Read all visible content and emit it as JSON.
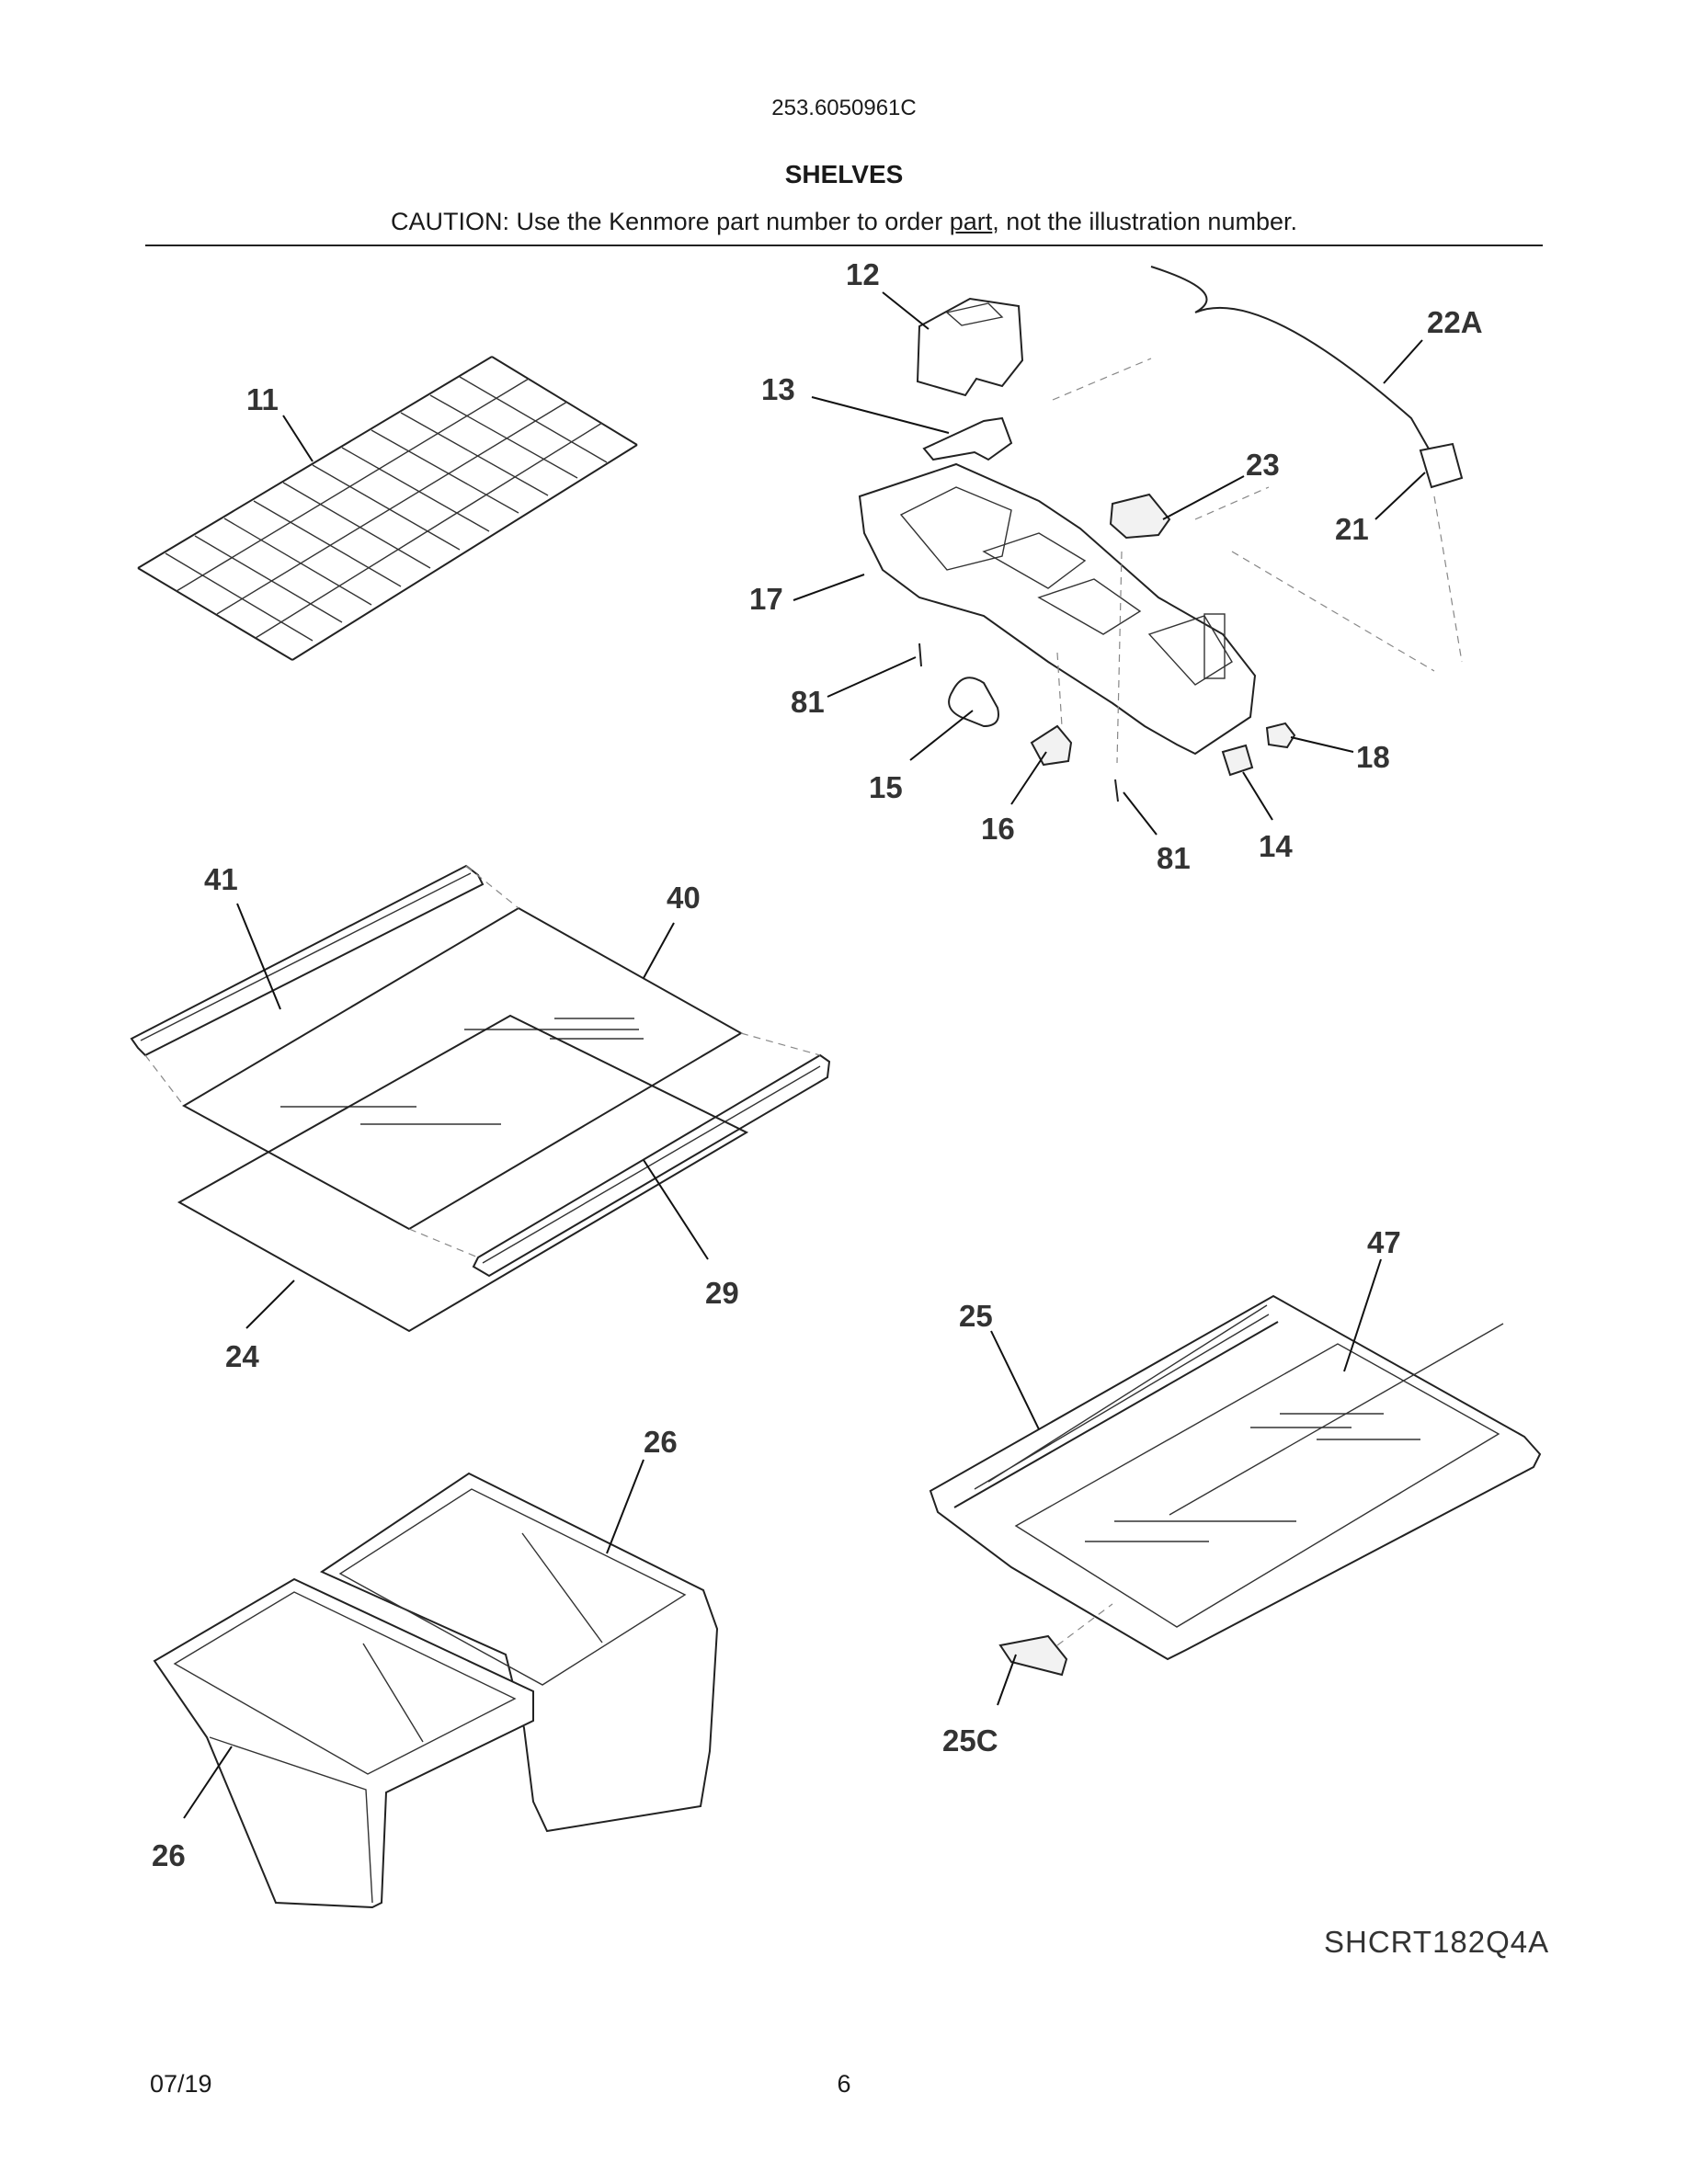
{
  "header": {
    "model_number": "253.6050961C",
    "section_title": "SHELVES",
    "caution_before": "CAUTION: Use the Kenmore part number to order ",
    "caution_link": "part",
    "caution_after": ", not the illustration number."
  },
  "callouts": {
    "c11": "11",
    "c12": "12",
    "c13": "13",
    "c22a": "22A",
    "c23": "23",
    "c21": "21",
    "c17": "17",
    "c81a": "81",
    "c15": "15",
    "c16": "16",
    "c81b": "81",
    "c18": "18",
    "c14": "14",
    "c41": "41",
    "c40": "40",
    "c29": "29",
    "c24": "24",
    "c47": "47",
    "c25": "25",
    "c25c": "25C",
    "c26a": "26",
    "c26b": "26"
  },
  "figure_code": "SHCRT182Q4A",
  "footer": {
    "date": "07/19",
    "page": "6"
  }
}
